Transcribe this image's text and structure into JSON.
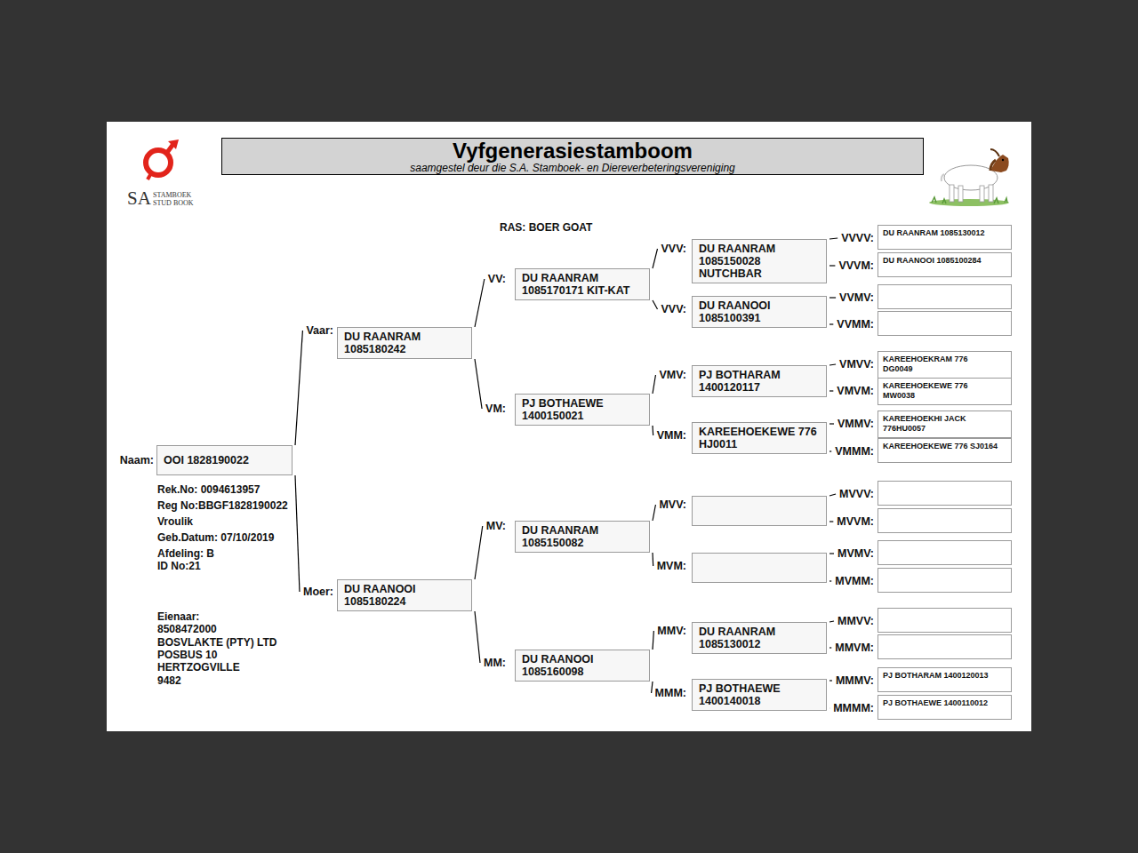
{
  "diagram": {
    "title": "Vyfgenerasiestamboom",
    "caption": "saamgestel deur die S.A. Stamboek- en Diereverbeteringsvereniging",
    "nodes": [
      {
        "text": [
          "Naam:",
          "OOI 1828190022"
        ]
      },
      {
        "text": [
          "Vaar:",
          "DU RAANRAM",
          "1085180242"
        ]
      },
      {
        "text": [
          "Moer:",
          "DU RAANOOI",
          "1085180224"
        ]
      },
      {
        "text": [
          "VV:",
          "DU RAANRAM",
          "1085170171 KIT-KAT"
        ]
      },
      {
        "text": [
          "VM:",
          "PJ BOTHAEWE",
          "1400150021"
        ]
      },
      {
        "text": [
          "MV:",
          "DU RAANRAM",
          "1085150082"
        ]
      },
      {
        "text": [
          "MM:",
          "DU RAANOOI",
          "1085160098"
        ]
      },
      {
        "text": [
          "VVV:",
          "DU RAANRAM",
          "1085150028",
          "NUTCHBAR"
        ]
      },
      {
        "text": [
          "VVV:",
          "DU RAANOOI",
          "1085100391"
        ]
      },
      {
        "text": [
          "VMV:",
          "PJ BOTHARAM",
          "1400120117"
        ]
      },
      {
        "text": [
          "VMM:",
          "KAREEHOEKEWE 776",
          "HJ0011"
        ]
      },
      {
        "text": [
          "MVV:"
        ]
      },
      {
        "text": [
          "MVM:"
        ]
      },
      {
        "text": [
          "MMV:",
          "DU RAANRAM",
          "1085130012"
        ]
      },
      {
        "text": [
          "MMM:",
          "PJ BOTHAEWE",
          "1400140018"
        ]
      },
      {
        "text": [
          "VVVV:",
          "DU RAANRAM 1085130012"
        ]
      },
      {
        "text": [
          "VVVM:",
          "DU RAANOOI 1085100284"
        ]
      },
      {
        "text": [
          "VVMV:"
        ]
      },
      {
        "text": [
          "VVMM:"
        ]
      },
      {
        "text": [
          "VMVV:",
          "KAREEHOEKRAM 776",
          "DG0049"
        ]
      },
      {
        "text": [
          "VMVM:",
          "KAREEHOEKEWE 776",
          "MW0038"
        ]
      },
      {
        "text": [
          "VMMV:",
          "KAREEHOEKHI JACK",
          "776HU0057"
        ]
      },
      {
        "text": [
          "VMMM:",
          "KAREEHOEKEWE 776 SJ0164"
        ]
      },
      {
        "text": [
          "MVVV:"
        ]
      },
      {
        "text": [
          "MVVM:"
        ]
      },
      {
        "text": [
          "MVMV:"
        ]
      },
      {
        "text": [
          "MVMM:"
        ]
      },
      {
        "text": [
          "MMVV:"
        ]
      },
      {
        "text": [
          "MMVM:"
        ]
      },
      {
        "text": [
          "MMMV:",
          "PJ BOTHARAM 1400120013"
        ]
      },
      {
        "text": [
          "MMMM:",
          "PJ BOTHAEWE 1400110012"
        ]
      }
    ],
    "edges": [
      {
        "from": 0,
        "to": 1,
        "arrow": "none"
      },
      {
        "from": 0,
        "to": 2,
        "arrow": "none"
      },
      {
        "from": 1,
        "to": 3,
        "arrow": "none"
      },
      {
        "from": 1,
        "to": 4,
        "arrow": "none"
      },
      {
        "from": 2,
        "to": 5,
        "arrow": "none"
      },
      {
        "from": 2,
        "to": 6,
        "arrow": "none"
      },
      {
        "from": 3,
        "to": 7,
        "arrow": "none"
      },
      {
        "from": 3,
        "to": 8,
        "arrow": "none"
      },
      {
        "from": 4,
        "to": 9,
        "arrow": "none"
      },
      {
        "from": 4,
        "to": 10,
        "arrow": "none"
      },
      {
        "from": 5,
        "to": 11,
        "arrow": "none"
      },
      {
        "from": 5,
        "to": 12,
        "arrow": "none"
      },
      {
        "from": 6,
        "to": 13,
        "arrow": "none"
      },
      {
        "from": 6,
        "to": 14,
        "arrow": "none"
      },
      {
        "from": 7,
        "to": 15,
        "arrow": "none"
      },
      {
        "from": 7,
        "to": 16,
        "arrow": "none"
      },
      {
        "from": 8,
        "to": 17,
        "arrow": "none"
      },
      {
        "from": 8,
        "to": 18,
        "arrow": "none"
      },
      {
        "from": 9,
        "to": 19,
        "arrow": "none"
      },
      {
        "from": 9,
        "to": 20,
        "arrow": "none"
      },
      {
        "from": 10,
        "to": 21,
        "arrow": "none"
      },
      {
        "from": 10,
        "to": 22,
        "arrow": "none"
      },
      {
        "from": 11,
        "to": 23,
        "arrow": "none"
      },
      {
        "from": 11,
        "to": 24,
        "arrow": "none"
      },
      {
        "from": 12,
        "to": 25,
        "arrow": "none"
      },
      {
        "from": 12,
        "to": 26,
        "arrow": "none"
      },
      {
        "from": 13,
        "to": 27,
        "arrow": "none"
      },
      {
        "from": 13,
        "to": 28,
        "arrow": "none"
      },
      {
        "from": 14,
        "to": 29,
        "arrow": "none"
      },
      {
        "from": 14,
        "to": 30,
        "arrow": "none"
      }
    ],
    "labels": [
      "SA",
      "STAMBOEK",
      "STUD BOOK",
      "RAS: BOER GOAT",
      "Rek.No: 0094613957",
      "Reg No:BBGF1828190022",
      "Vroulik",
      "Geb.Datum: 07/10/2019",
      "Afdeling: B",
      "ID No:21",
      "Eienaar:",
      "8508472000",
      "BOSVLAKTE (PTY) LTD",
      "POSBUS 10",
      "HERTZOGVILLE",
      "9482"
    ]
  }
}
